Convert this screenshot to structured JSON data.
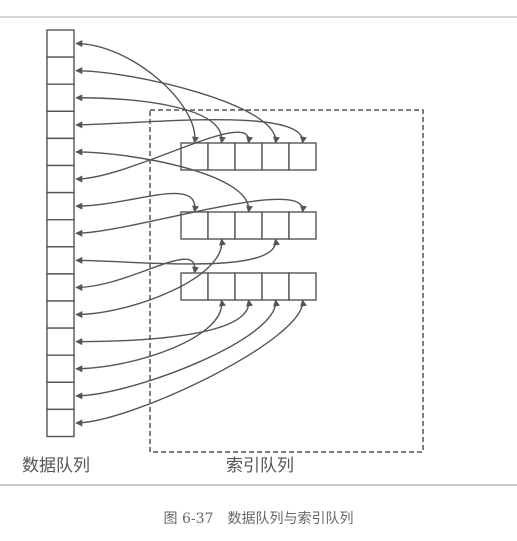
{
  "labels": {
    "data_queue": "数据队列",
    "index_queue": "索引队列"
  },
  "caption": "图 6-37　数据队列与索引队列",
  "structure": {
    "data_queue_cells": 15,
    "index_queues": 3,
    "cells_per_index_queue": 5
  },
  "colors": {
    "ink": "#555555",
    "rule": "#9a9a9a"
  }
}
